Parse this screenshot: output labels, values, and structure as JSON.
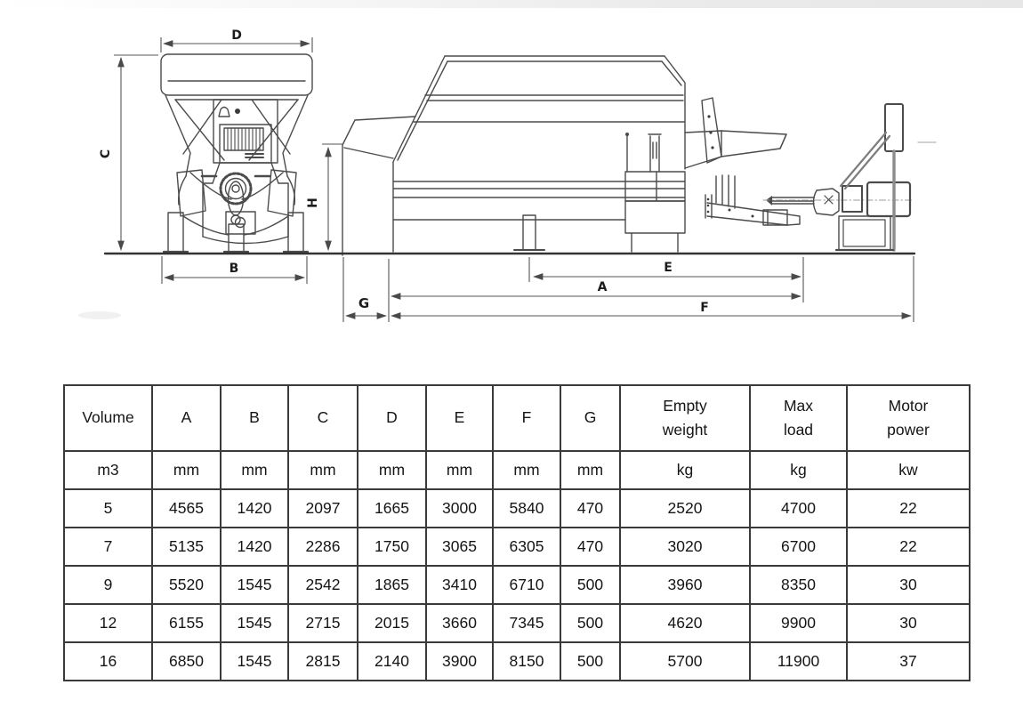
{
  "diagram": {
    "dim_labels": {
      "D": "D",
      "C": "C",
      "B": "B",
      "H": "H",
      "G": "G",
      "E": "E",
      "A": "A",
      "F": "F"
    }
  },
  "table": {
    "columns": [
      {
        "label": "Volume",
        "unit": "m3"
      },
      {
        "label": "A",
        "unit": "mm"
      },
      {
        "label": "B",
        "unit": "mm"
      },
      {
        "label": "C",
        "unit": "mm"
      },
      {
        "label": "D",
        "unit": "mm"
      },
      {
        "label": "E",
        "unit": "mm"
      },
      {
        "label": "F",
        "unit": "mm"
      },
      {
        "label": "G",
        "unit": "mm"
      },
      {
        "label": "Empty weight",
        "unit": "kg"
      },
      {
        "label": "Max load",
        "unit": "kg"
      },
      {
        "label": "Motor power",
        "unit": "kw"
      }
    ],
    "rows": [
      [
        "5",
        "4565",
        "1420",
        "2097",
        "1665",
        "3000",
        "5840",
        "470",
        "2520",
        "4700",
        "22"
      ],
      [
        "7",
        "5135",
        "1420",
        "2286",
        "1750",
        "3065",
        "6305",
        "470",
        "3020",
        "6700",
        "22"
      ],
      [
        "9",
        "5520",
        "1545",
        "2542",
        "1865",
        "3410",
        "6710",
        "500",
        "3960",
        "8350",
        "30"
      ],
      [
        "12",
        "6155",
        "1545",
        "2715",
        "2015",
        "3660",
        "7345",
        "500",
        "4620",
        "9900",
        "30"
      ],
      [
        "16",
        "6850",
        "1545",
        "2815",
        "2140",
        "3900",
        "8150",
        "500",
        "5700",
        "11900",
        "37"
      ]
    ]
  }
}
